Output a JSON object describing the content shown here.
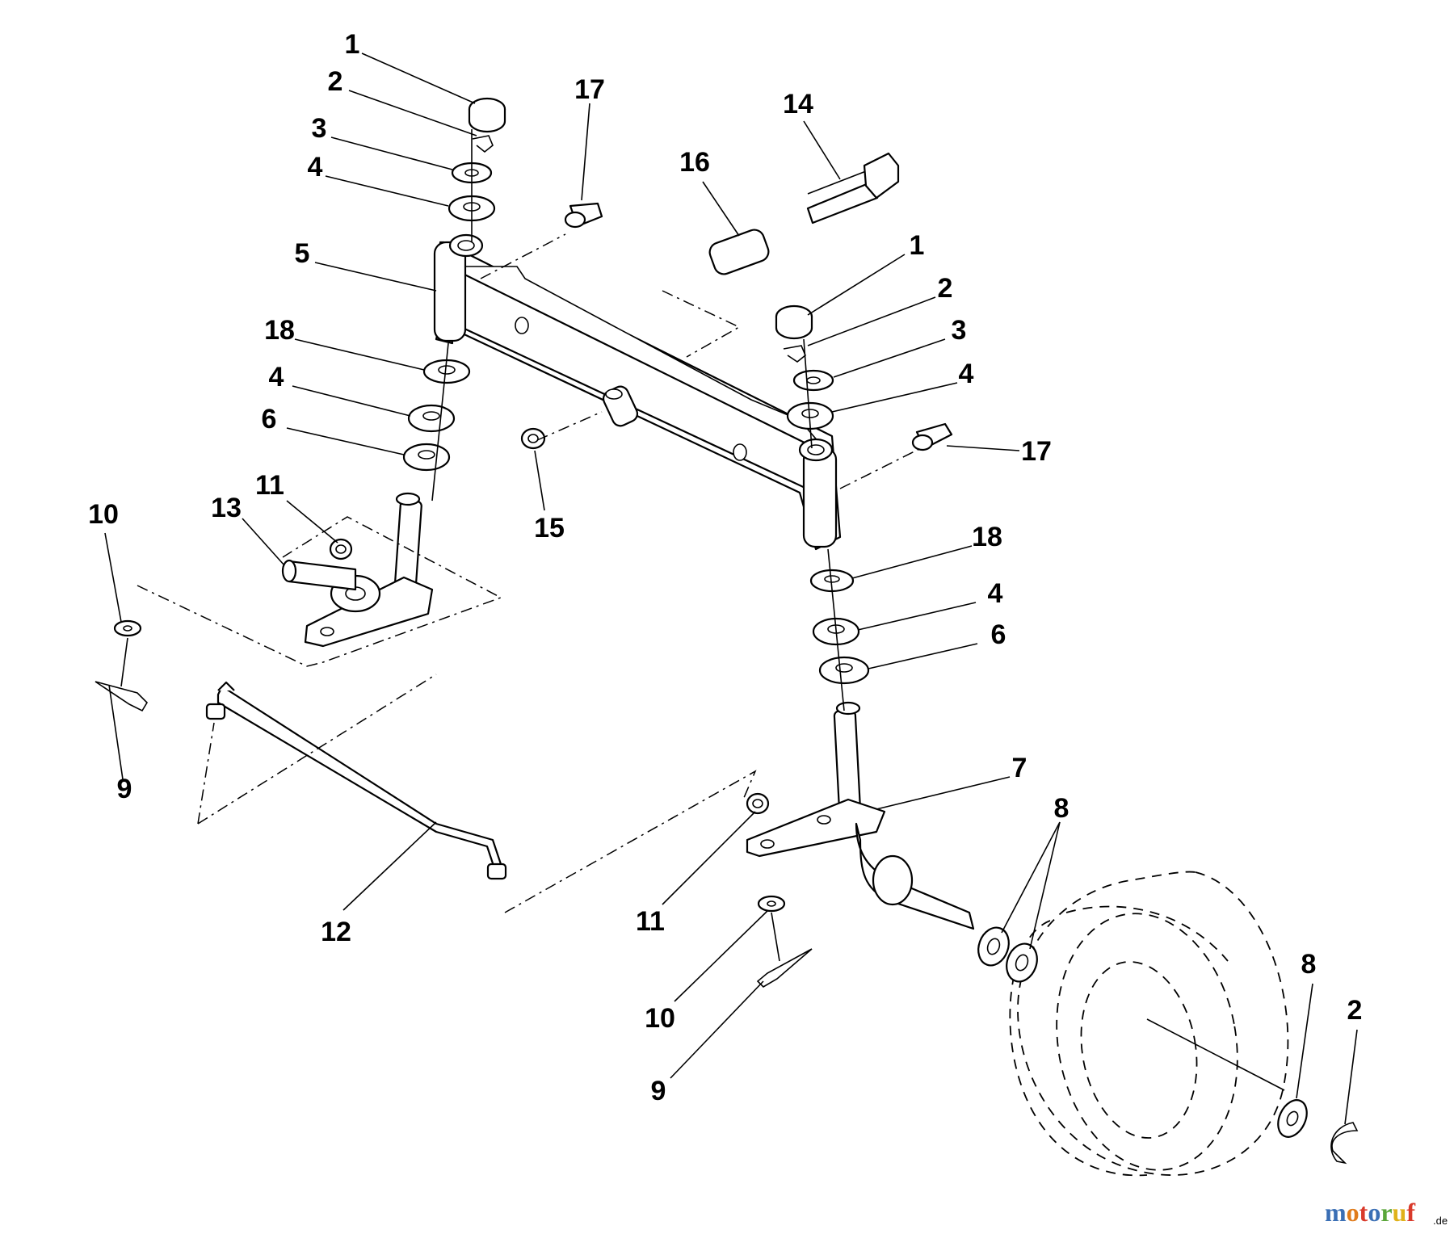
{
  "callouts": [
    {
      "label": "1"
    },
    {
      "label": "2"
    },
    {
      "label": "3"
    },
    {
      "label": "4"
    },
    {
      "label": "5"
    },
    {
      "label": "17"
    },
    {
      "label": "14"
    },
    {
      "label": "16"
    },
    {
      "label": "1"
    },
    {
      "label": "2"
    },
    {
      "label": "3"
    },
    {
      "label": "4"
    },
    {
      "label": "18"
    },
    {
      "label": "4"
    },
    {
      "label": "6"
    },
    {
      "label": "15"
    },
    {
      "label": "17"
    },
    {
      "label": "10"
    },
    {
      "label": "13"
    },
    {
      "label": "11"
    },
    {
      "label": "18"
    },
    {
      "label": "4"
    },
    {
      "label": "6"
    },
    {
      "label": "9"
    },
    {
      "label": "7"
    },
    {
      "label": "8"
    },
    {
      "label": "12"
    },
    {
      "label": "11"
    },
    {
      "label": "10"
    },
    {
      "label": "8"
    },
    {
      "label": "2"
    },
    {
      "label": "9"
    }
  ],
  "watermark": {
    "letters": [
      "m",
      "o",
      "t",
      "o",
      "r",
      "u",
      "f"
    ],
    "letter_colors": [
      "#3a6fb5",
      "#e07b1a",
      "#d93a2b",
      "#3a6fb5",
      "#5aa63a",
      "#e0b21a",
      "#d93a2b"
    ],
    "suffix": ".de"
  },
  "colors": {
    "line": "#000000",
    "background": "#ffffff",
    "shade": "#bdbdbd"
  }
}
